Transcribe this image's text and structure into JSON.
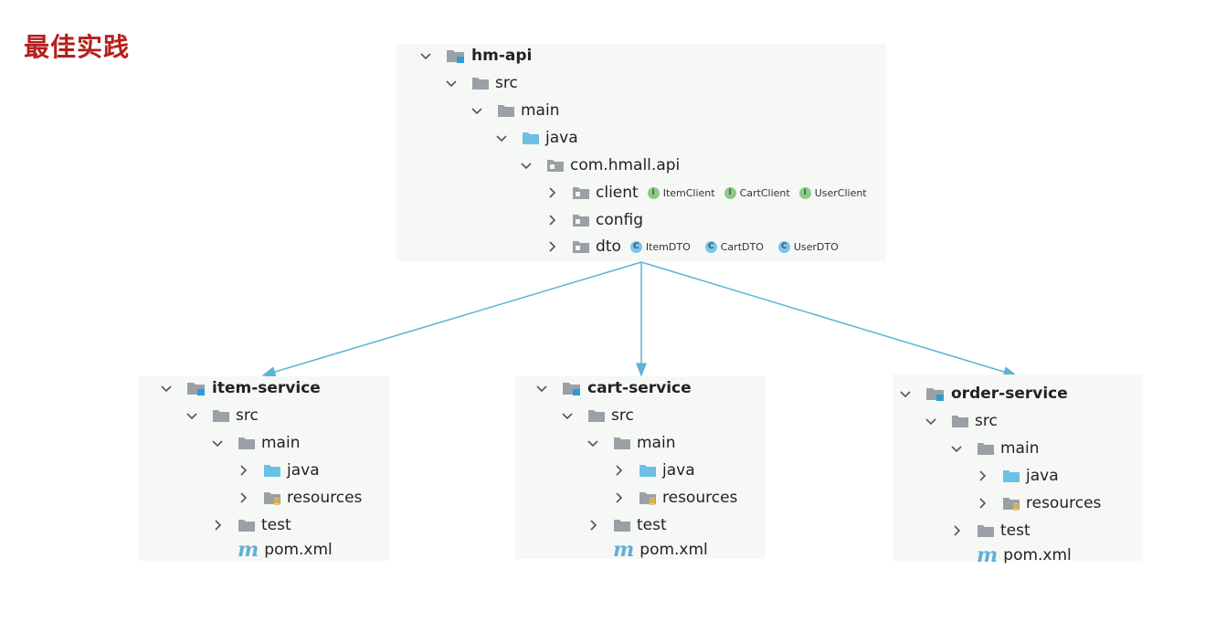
{
  "title": "最佳实践",
  "api": {
    "root": "hm-api",
    "src": "src",
    "main": "main",
    "java": "java",
    "package": "com.hmall.api",
    "client": "client",
    "config": "config",
    "dto": "dto",
    "client_items": [
      {
        "badge": "I",
        "label": "ItemClient"
      },
      {
        "badge": "I",
        "label": "CartClient"
      },
      {
        "badge": "I",
        "label": "UserClient"
      }
    ],
    "dto_items": [
      {
        "badge": "C",
        "label": "ItemDTO"
      },
      {
        "badge": "C",
        "label": "CartDTO"
      },
      {
        "badge": "C",
        "label": "UserDTO"
      }
    ]
  },
  "services": [
    {
      "root": "item-service",
      "src": "src",
      "main": "main",
      "java": "java",
      "resources": "resources",
      "test": "test",
      "pom": "pom.xml"
    },
    {
      "root": "cart-service",
      "src": "src",
      "main": "main",
      "java": "java",
      "resources": "resources",
      "test": "test",
      "pom": "pom.xml"
    },
    {
      "root": "order-service",
      "src": "src",
      "main": "main",
      "java": "java",
      "resources": "resources",
      "test": "test",
      "pom": "pom.xml"
    }
  ],
  "colors": {
    "title": "#b3201c",
    "arrow": "#5bb3d6",
    "folder_gray": "#9aa0a6",
    "folder_blue": "#6cc0e6",
    "module_marker": "#2e9bd6",
    "panel_bg": "#f6f8f5"
  }
}
